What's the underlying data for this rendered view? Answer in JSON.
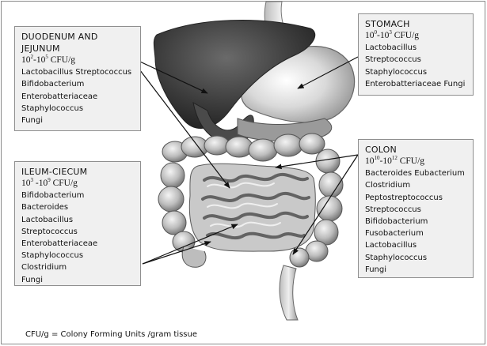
{
  "regions": {
    "duodenum": {
      "title_line1": "DUODENUM AND",
      "title_line2": "JEJUNUM",
      "count_a": "10",
      "count_a_exp": "2",
      "count_b": "-10",
      "count_b_exp": "5",
      "count_unit": " CFU/g",
      "organisms": [
        "Lactobacillus Streptococcus",
        "Bifidobacterium",
        "Enterobatteriaceae",
        "Staphylococcus",
        "Fungi"
      ]
    },
    "stomach": {
      "title_line1": "STOMACH",
      "count_a": "10",
      "count_a_exp": "0",
      "count_b": "-10",
      "count_b_exp": "3",
      "count_unit": " CFU/g",
      "organisms": [
        "Lactobacillus",
        "Streptococcus",
        "Staphylococcus",
        "Enterobatteriaceae Fungi"
      ]
    },
    "ileum": {
      "title_line1": "ILEUM-CIECUM",
      "count_a": "10",
      "count_a_exp": "3",
      "count_b": " -10",
      "count_b_exp": "9",
      "count_unit": " CFU/g",
      "organisms": [
        "Bifidobacterium",
        "Bacteroides",
        "Lactobacillus",
        "Streptococcus",
        "Enterobatteriaceae",
        "Staphylococcus",
        "Clostridium",
        "Fungi"
      ]
    },
    "colon": {
      "title_line1": "COLON",
      "count_a": "10",
      "count_a_exp": "10",
      "count_b": "-10",
      "count_b_exp": "12",
      "count_unit": " CFU/g",
      "organisms": [
        "Bacteroides Eubacterium",
        "Clostridium",
        "Peptostreptococcus",
        "Streptococcus",
        "Bifidobacterium",
        "Fusobacterium",
        "Lactobacillus",
        "Staphylococcus",
        "Fungi"
      ]
    }
  },
  "footnote": "CFU/g = Colony Forming Units /gram tissue",
  "colors": {
    "box_fill": "#f0f0f0",
    "box_border": "#8f8f8f",
    "arrow": "#111111"
  }
}
